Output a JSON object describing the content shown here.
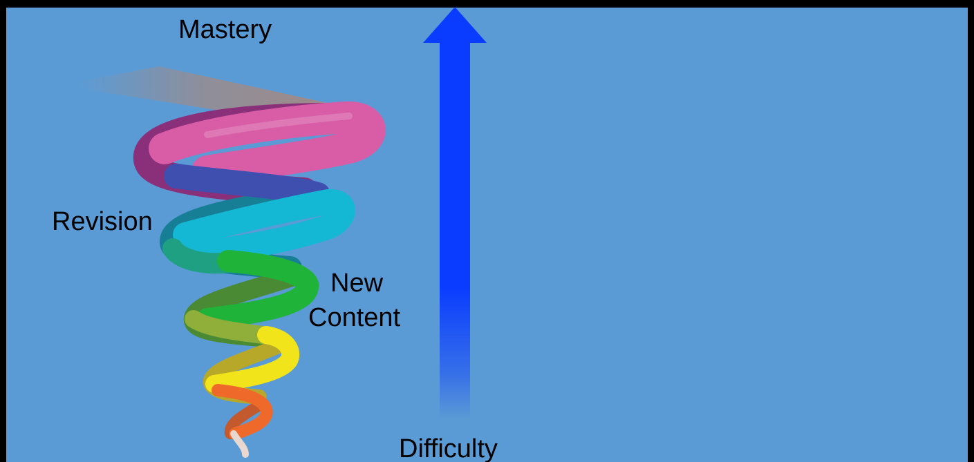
{
  "colors": {
    "background": "#5b9bd5",
    "frame": "#000000",
    "arrow": "#0a3cff",
    "spiral_top": "#d85ca6",
    "spiral_upper_mid": "#3f4fb0",
    "spiral_cyan": "#14b8d4",
    "spiral_green": "#1fb33a",
    "spiral_yellow": "#f2e41a",
    "spiral_orange": "#ef6a2a",
    "spiral_tail": "#e8d8d0",
    "mastery_band": "#a08a86"
  },
  "labels": {
    "mastery": "Mastery",
    "revision": "Revision",
    "new_content_line1": "New",
    "new_content_line2": "Content",
    "difficulty": "Difficulty"
  }
}
